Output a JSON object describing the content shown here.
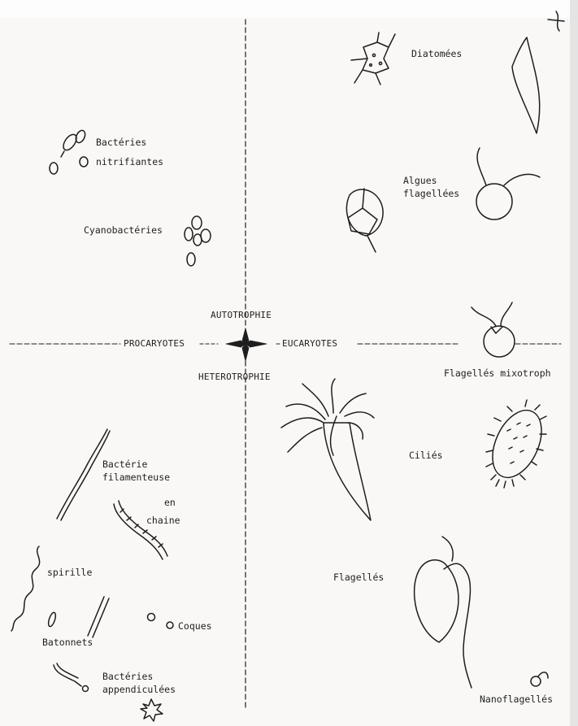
{
  "axis_labels": {
    "autotrophie": "AUTOTROPHIE",
    "heterotrophie": "HETEROTROPHIE",
    "procaryotes": "PROCARYOTES",
    "eucaryotes": "EUCARYOTES"
  },
  "prokaryote_labels": {
    "bacteries_nitrifiantes": [
      "Bactéries",
      "nitrifiantes"
    ],
    "cyanobacteries": "Cyanobactéries",
    "bacterie_filamenteuse": [
      "Bactérie",
      "filamenteuse"
    ],
    "en_chaine": [
      "en",
      "chaine"
    ],
    "spirille": "spirille",
    "batonnets": "Batonnets",
    "coques": "Coques",
    "bacteries_appendiculees": [
      "Bactéries",
      "appendiculées"
    ]
  },
  "eukaryote_labels": {
    "diatomees": "Diatomées",
    "algues_flagellees": [
      "Algues",
      "flagellées"
    ],
    "flagelles_mixotrophes": "Flagellés mixotroph",
    "cilies": "Ciliés",
    "flagelles": "Flagellés",
    "nanoflagelles": "Nanoflagellés"
  },
  "colors": {
    "ink": "#1e1e1e",
    "paper": "#f9f8f6"
  }
}
